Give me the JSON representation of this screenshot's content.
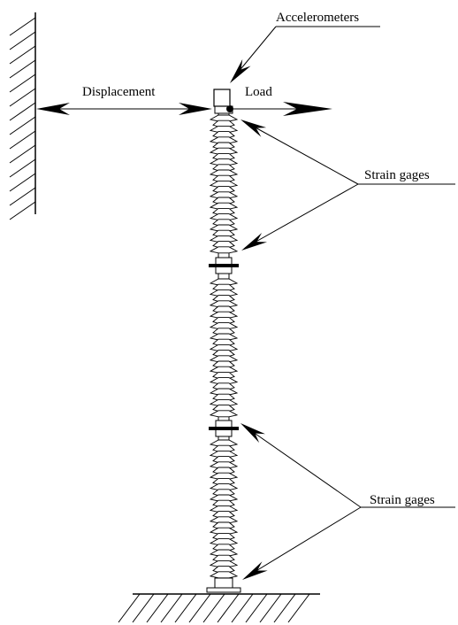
{
  "labels": {
    "accelerometers": "Accelerometers",
    "displacement": "Displacement",
    "load": "Load",
    "strain_gages_top": "Strain gages",
    "strain_gages_bottom": "Strain gages"
  },
  "colors": {
    "line": "#000000",
    "background": "#ffffff"
  }
}
